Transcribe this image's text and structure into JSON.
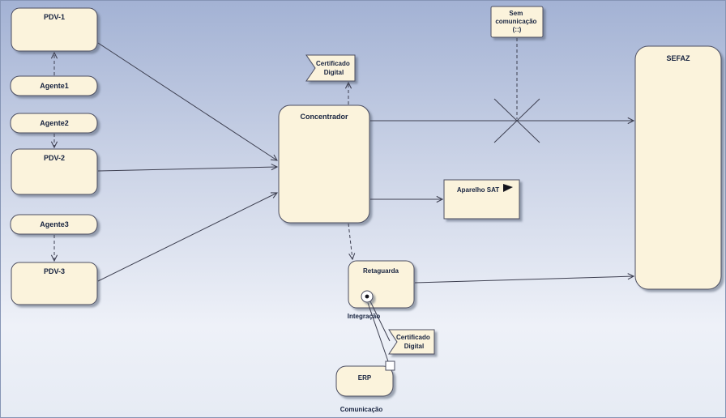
{
  "diagram": {
    "title": "PDV / SEFAZ communication architecture diagram",
    "colors": {
      "node_fill": "#fbf3dc",
      "node_stroke": "#4b4d60",
      "line": "#3d3f50",
      "text": "#17233f",
      "background_top": "#a3b2d4",
      "background_bottom": "#e6ebf4"
    },
    "nodes": {
      "pdv1": {
        "label": "PDV-1"
      },
      "agente1": {
        "label": "Agente1"
      },
      "agente2": {
        "label": "Agente2"
      },
      "pdv2": {
        "label": "PDV-2"
      },
      "agente3": {
        "label": "Agente3"
      },
      "pdv3": {
        "label": "PDV-3"
      },
      "concentrador": {
        "label": "Concentrador"
      },
      "certificado_digital_top": {
        "lines": [
          "Certificado",
          "Digital"
        ]
      },
      "sem_comunicacao": {
        "lines": [
          "Sem",
          "comunicação",
          "(::)"
        ]
      },
      "sefaz": {
        "label": "SEFAZ"
      },
      "aparelho_sat": {
        "label": "Aparelho SAT"
      },
      "retaguarda": {
        "label": "Retaguarda"
      },
      "integracao": {
        "label": "Integração"
      },
      "certificado_digital_bottom": {
        "lines": [
          "Certificado",
          "Digital"
        ]
      },
      "erp": {
        "label": "ERP"
      },
      "comunicacao": {
        "label": "Comunicação"
      }
    },
    "edges": [
      {
        "from": "Agente1",
        "to": "PDV-1",
        "style": "dashed-arrow"
      },
      {
        "from": "Agente2",
        "to": "PDV-2",
        "style": "dashed-arrow"
      },
      {
        "from": "Agente3",
        "to": "PDV-3",
        "style": "dashed-arrow"
      },
      {
        "from": "PDV-1",
        "to": "Concentrador",
        "style": "arrow"
      },
      {
        "from": "PDV-2",
        "to": "Concentrador",
        "style": "arrow"
      },
      {
        "from": "PDV-3",
        "to": "Concentrador",
        "style": "arrow"
      },
      {
        "from": "Concentrador",
        "to": "Certificado Digital",
        "style": "dashed-arrow"
      },
      {
        "from": "Concentrador",
        "to": "SEFAZ",
        "style": "arrow-crossed-out"
      },
      {
        "from": "Sem comunicação",
        "to": "crossed-arrow",
        "style": "dashed"
      },
      {
        "from": "Concentrador",
        "to": "Aparelho SAT",
        "style": "arrow"
      },
      {
        "from": "Concentrador",
        "to": "Retaguarda",
        "style": "dashed-arrow"
      },
      {
        "from": "Retaguarda",
        "to": "SEFAZ",
        "style": "arrow"
      },
      {
        "from": "Retaguarda (Integração)",
        "to": "ERP",
        "style": "line"
      },
      {
        "from": "Retaguarda (Integração)",
        "to": "Certificado Digital",
        "style": "line"
      }
    ]
  }
}
